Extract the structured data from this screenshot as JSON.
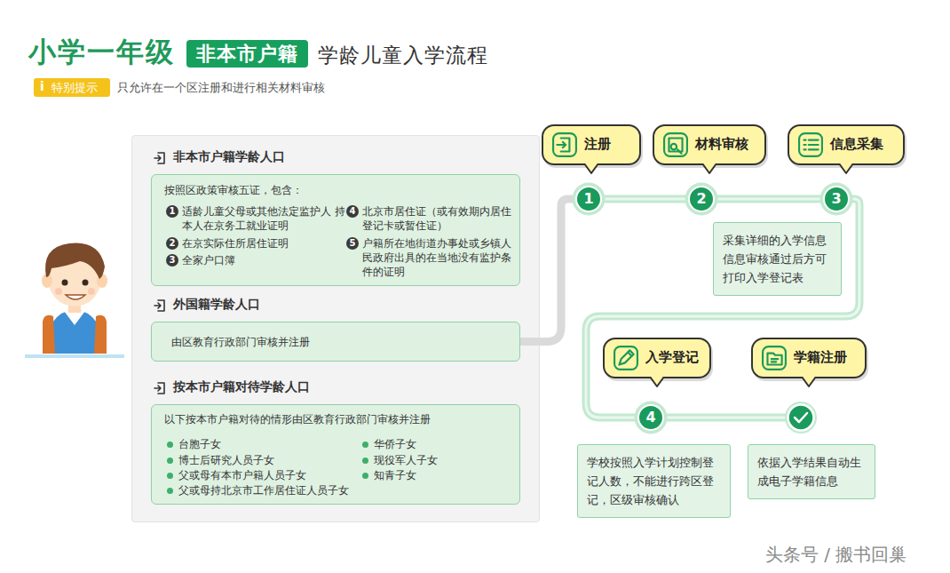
{
  "diagram": {
    "title": "小学一年级",
    "nodes": [
      {
        "text": [
          "非本市户籍"
        ]
      },
      {
        "text": [
          "特别提示"
        ]
      },
      {
        "text": [
          "非本市户籍学龄人口",
          "按照区政策审核五证，包含：",
          "适龄儿童父母或其他法定监护人 持本人在京务工就业证明",
          "在京实际住所居住证明",
          "全家户口簿",
          "北京市居住证（或有效期内居住 登记卡或暂住证）",
          "户籍所在地街道办事处或乡镇人 民政府出具的在当地没有监护条 件的证明"
        ]
      },
      {
        "text": [
          "外国籍学龄人口",
          "由区教育行政部门审核并注册"
        ]
      },
      {
        "text": [
          "按本市户籍对待学龄人口",
          "以下按本市户籍对待的情形由区教育行政部门审核并注册",
          "台胞子女",
          "博士后研究人员子女",
          "父或母有本市户籍人员子女",
          "父或母持北京市工作居住证人员子女",
          "华侨子女",
          "现役军人子女",
          "知青子女"
        ]
      },
      {
        "text": [
          "注册"
        ]
      },
      {
        "text": [
          "材料审核"
        ]
      },
      {
        "text": [
          "信息采集"
        ]
      },
      {
        "text": [
          "1"
        ]
      },
      {
        "text": [
          "2"
        ]
      },
      {
        "text": [
          "3"
        ]
      },
      {
        "text": [
          "采集详细的入学信息 信息审核通过后方可 打印入学登记表"
        ]
      },
      {
        "text": [
          "入学登记"
        ]
      },
      {
        "text": [
          "学籍注册"
        ]
      },
      {
        "text": [
          "4"
        ]
      },
      {
        "text": [
          "学校按照入学计划控制登 记人数，不能进行跨区登 记，区级审核确认"
        ]
      },
      {
        "text": [
          "依据入学结果自动生 成电子学籍信息"
        ]
      }
    ],
    "edges": [
      {
        "from": 3,
        "to": 8,
        "arrow": "none"
      },
      {
        "from": 8,
        "to": 9,
        "arrow": "none"
      },
      {
        "from": 9,
        "to": 10,
        "arrow": "none"
      },
      {
        "from": 10,
        "to": 14,
        "arrow": "none"
      }
    ],
    "labels": [
      "学龄儿童入学流程",
      "i",
      "只允许在一个区注册和进行相关材料审核",
      "1",
      "2",
      "3",
      "4",
      "5",
      "头条号 / 搬书回巢"
    ]
  }
}
